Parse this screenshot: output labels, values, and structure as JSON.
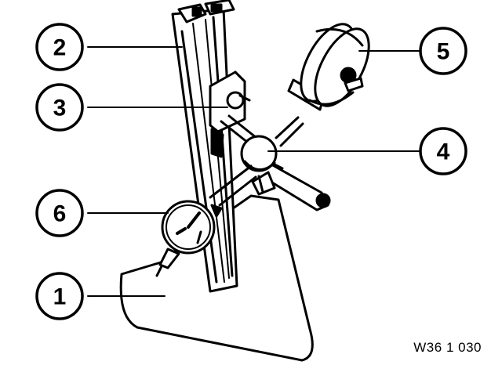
{
  "callouts": [
    {
      "id": "1",
      "label": "1"
    },
    {
      "id": "2",
      "label": "2"
    },
    {
      "id": "3",
      "label": "3"
    },
    {
      "id": "4",
      "label": "4"
    },
    {
      "id": "5",
      "label": "5"
    },
    {
      "id": "6",
      "label": "6"
    }
  ],
  "reference_code": "W36 1 030"
}
